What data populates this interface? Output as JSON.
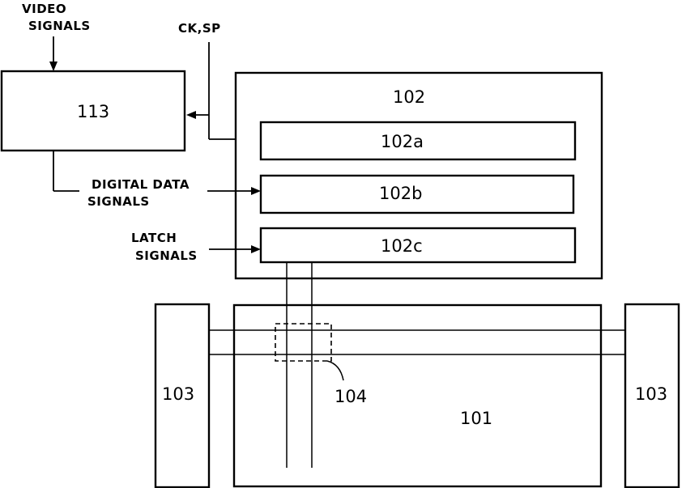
{
  "inputs": {
    "video_line1": "VIDEO",
    "video_line2": "SIGNALS",
    "clock": "CK,SP",
    "digital_line1": "DIGITAL DATA",
    "digital_line2": "SIGNALS",
    "latch_line1": "LATCH",
    "latch_line2": "SIGNALS"
  },
  "blocks": {
    "controller": "113",
    "driver": "102",
    "driver_a": "102a",
    "driver_b": "102b",
    "driver_c": "102c",
    "gate_left": "103",
    "gate_right": "103",
    "panel": "101",
    "pixel": "104"
  }
}
